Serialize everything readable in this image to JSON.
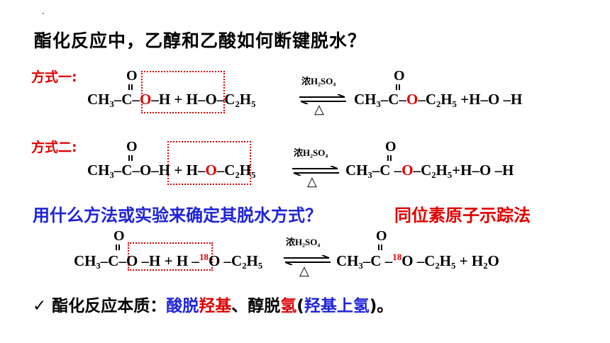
{
  "question": "酯化反应中，乙醇和乙酸如何断键脱水？",
  "method1_label": "方式一:",
  "method2_label": "方式二:",
  "condition_reagent": "浓H₂SO₄",
  "heat_symbol": "△",
  "carbonyl_O": "O",
  "eq1": {
    "left_a": "CH₃–C–",
    "left_o": "O",
    "left_b": "–H + H–O–C₂H₅",
    "right_a": "CH₃–C–",
    "right_o": "O",
    "right_b": "–C₂H₅ +H–O –H"
  },
  "eq2": {
    "left_a": "CH₃–C–O–H + H–",
    "left_o": "O",
    "left_b": "–C₂H₅",
    "right_a": "CH₃–C –",
    "right_o": "O",
    "right_b": "–C₂H₅+H–O –H"
  },
  "blue_question": "用什么方法或实验来确定其脱水方式？",
  "answer": "同位素原子示踪法",
  "eq3": {
    "left_a": "CH₃–C–O –H + H –",
    "iso": "18",
    "left_b": "O –C₂H₅",
    "right_a": "CH₃–C –",
    "right_iso": "18",
    "right_b": "O –C₂H₅ + H₂O"
  },
  "summary": {
    "check": "✓",
    "part1": "酯化反应本质：",
    "part2": "酸脱",
    "part3": "羟基",
    "part4": "、醇脱",
    "part5": "氢",
    "part6": "(",
    "part7": "羟基上氢",
    "part8": ")。"
  },
  "colors": {
    "red": "#e00000",
    "blue": "#1e24d8"
  }
}
